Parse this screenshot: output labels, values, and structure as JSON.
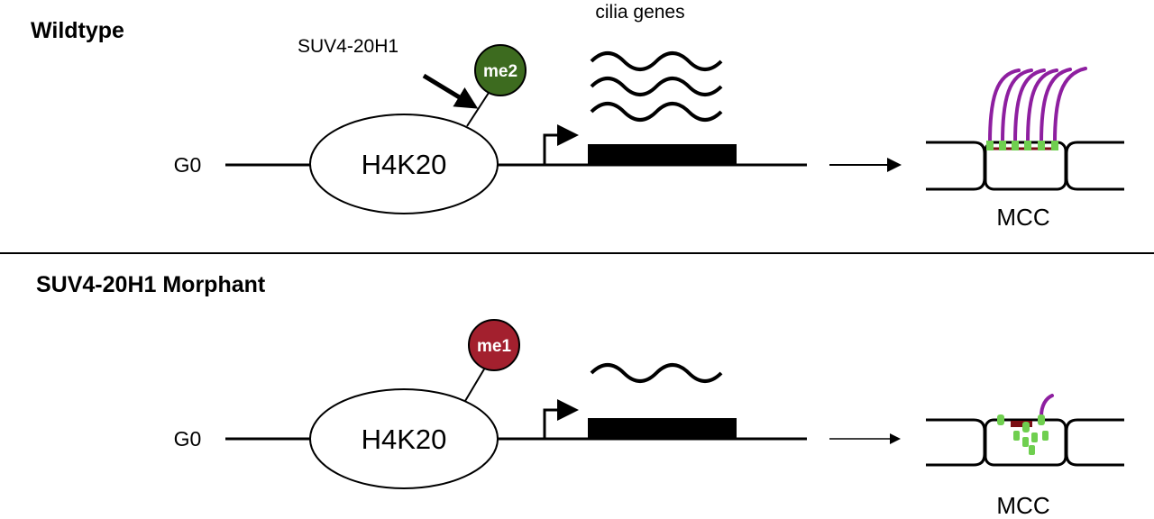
{
  "wildtype": {
    "title": "Wildtype",
    "enzyme_label": "SUV4-20H1",
    "mark_label": "me2",
    "mark_color": "#3d6b1f",
    "stage_label": "G0",
    "histone_label": "H4K20",
    "transcript_label": "cilia genes",
    "cell_label": "MCC"
  },
  "morphant": {
    "title": "SUV4-20H1 Morphant",
    "mark_label": "me1",
    "mark_color": "#a3202e",
    "stage_label": "G0",
    "histone_label": "H4K20",
    "cell_label": "MCC"
  },
  "colors": {
    "cilia": "#8e1fa0",
    "basal_body": "#6fcf4f",
    "apical": "#7a0f15"
  }
}
